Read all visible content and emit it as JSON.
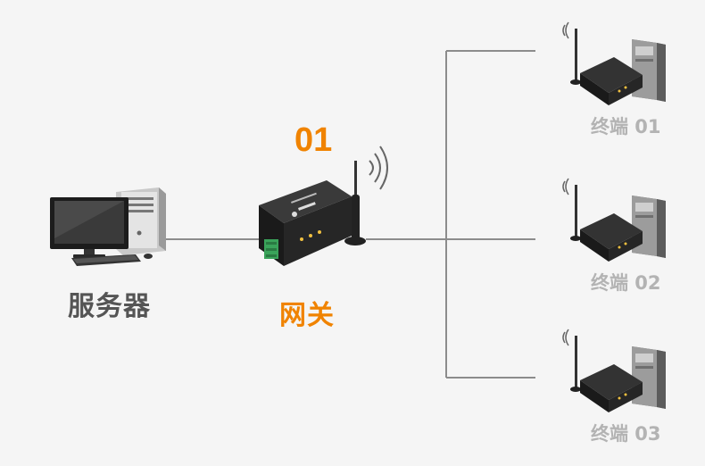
{
  "server": {
    "label": "服务器",
    "icon": "desktop-computer-icon"
  },
  "gateway": {
    "number": "01",
    "label": "网关",
    "icon": "dtu-gateway-icon"
  },
  "terminals": [
    {
      "label": "终端 01",
      "icon": "terminal-device-icon"
    },
    {
      "label": "终端 02",
      "icon": "terminal-device-icon"
    },
    {
      "label": "终端 03",
      "icon": "terminal-device-icon"
    }
  ],
  "colors": {
    "accent": "#f08300",
    "muted_text": "#b3b3b3",
    "server_text": "#555555",
    "line": "#8c8c8c",
    "background": "#f5f5f5"
  }
}
